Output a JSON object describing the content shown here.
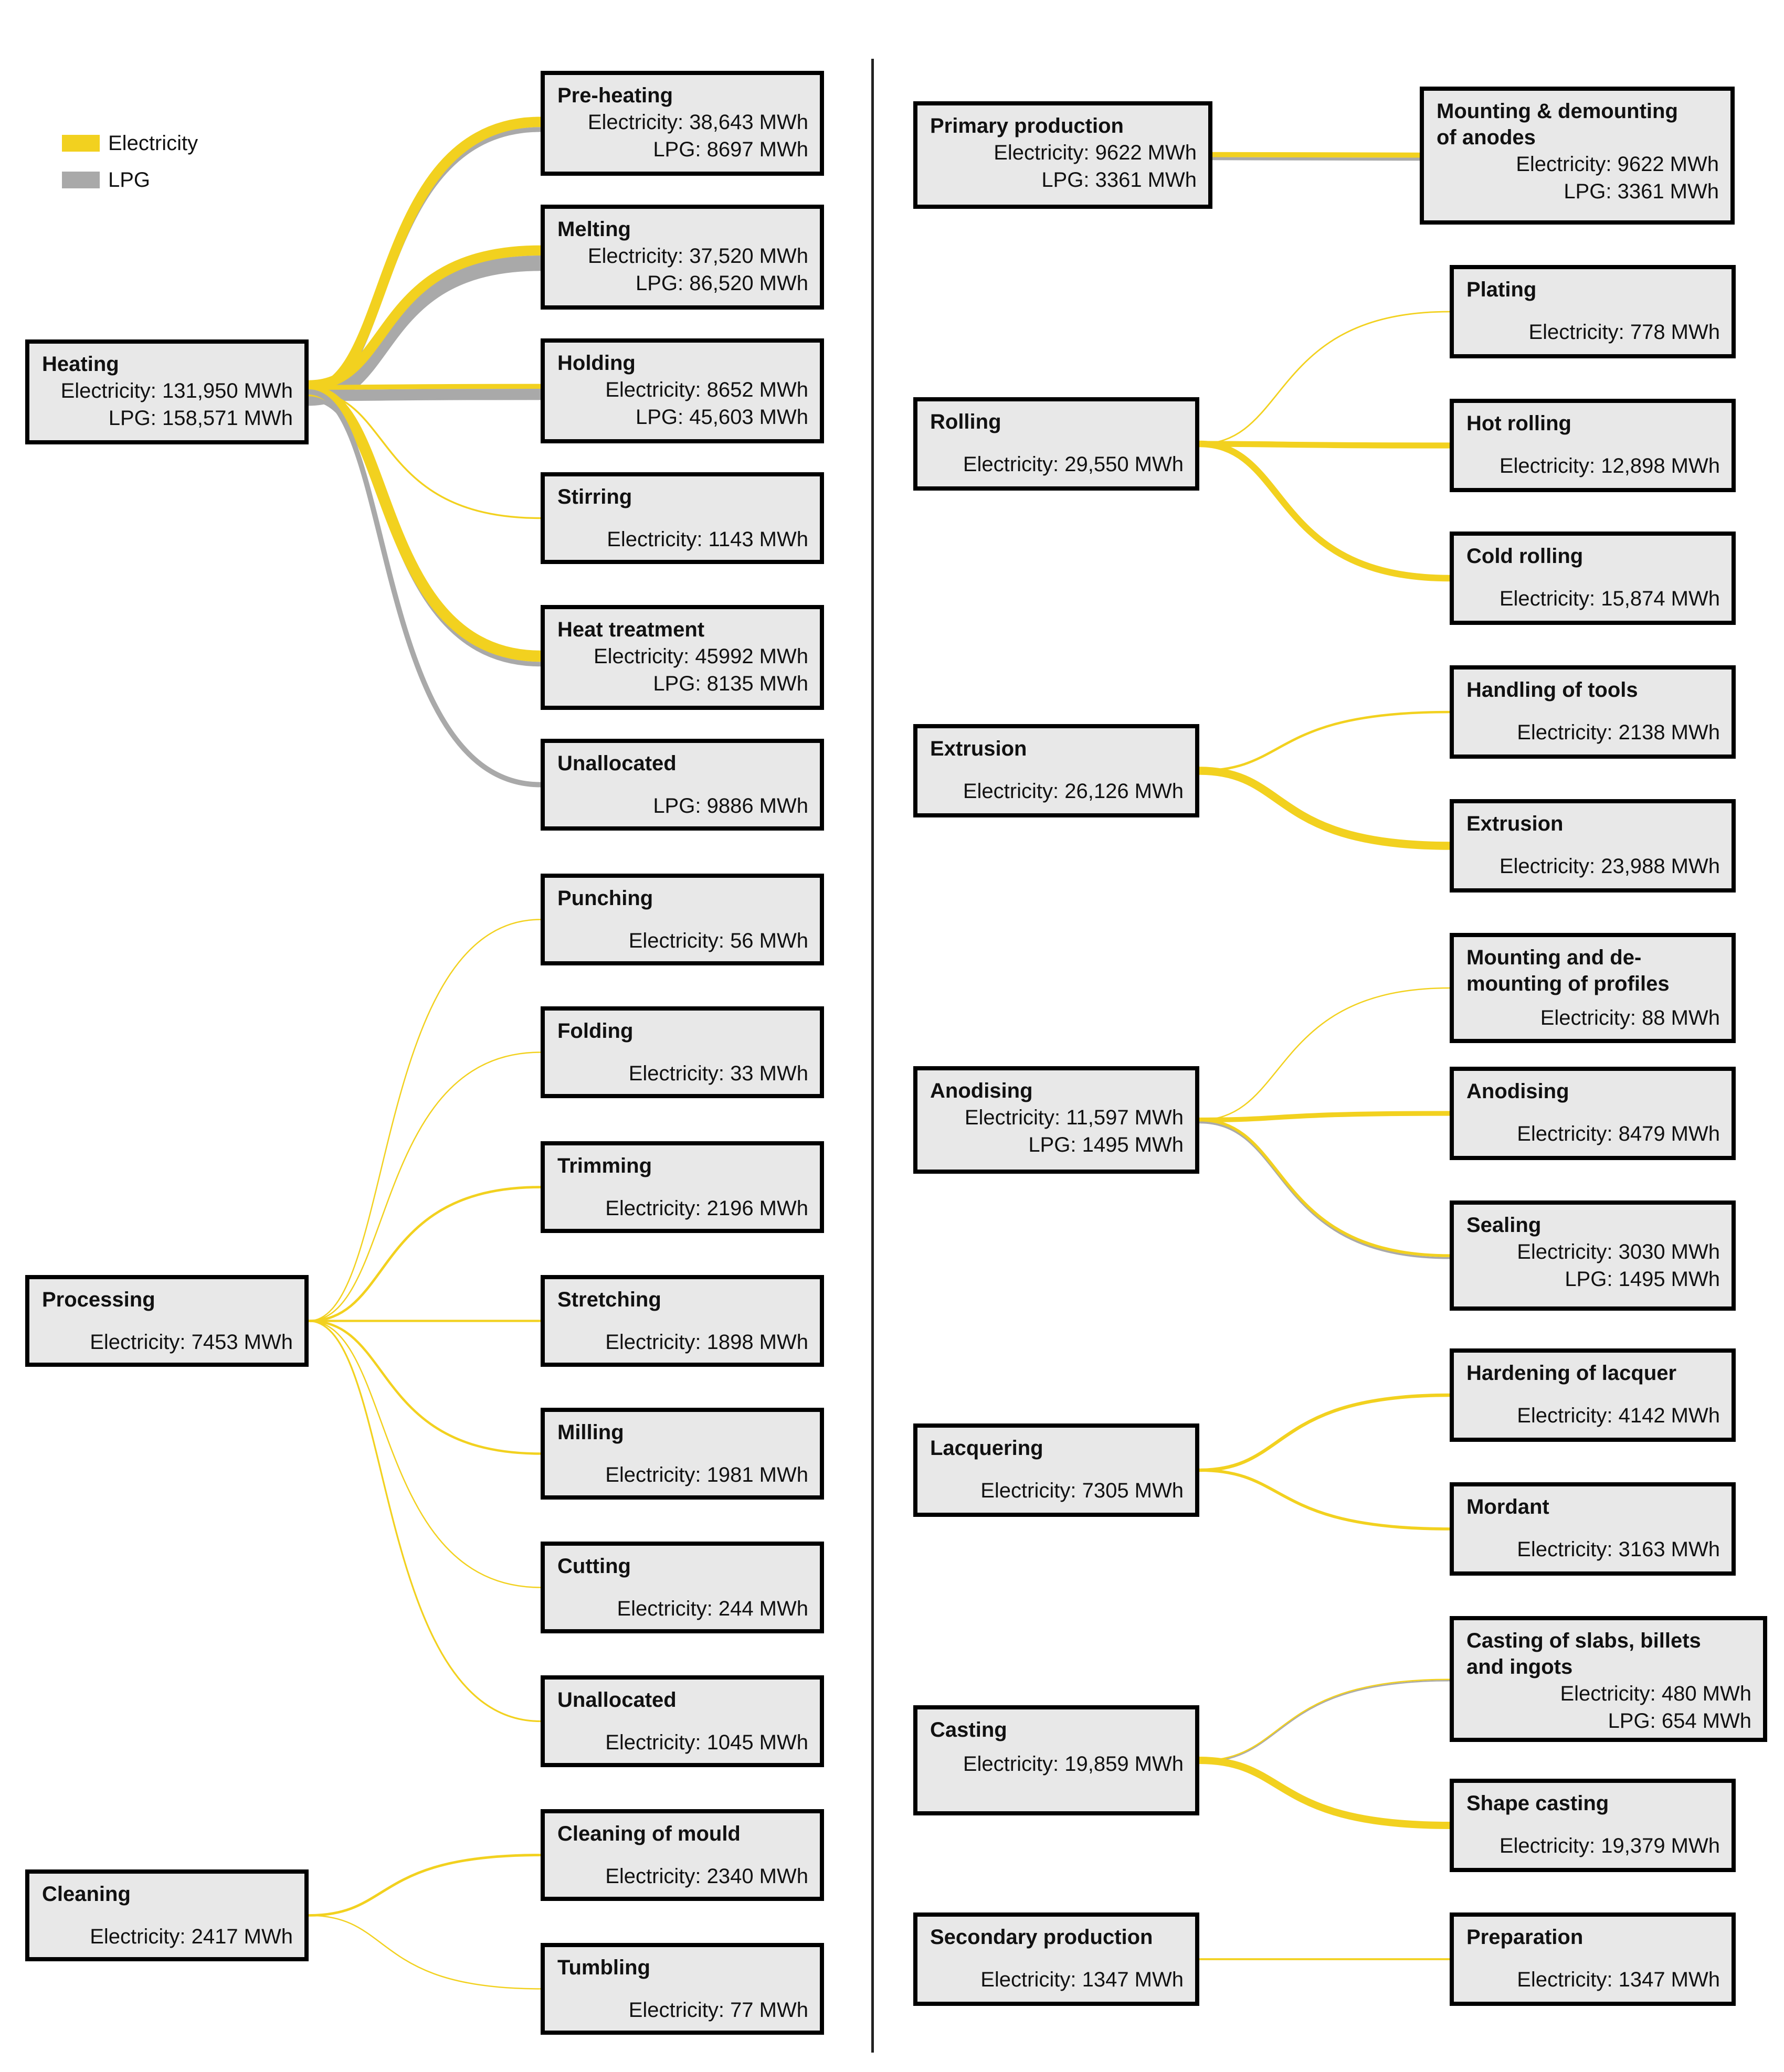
{
  "legend": [
    {
      "label": "Electricity",
      "color": "#f2d11f"
    },
    {
      "label": "LPG",
      "color": "#a9a9a9"
    }
  ],
  "colors": {
    "electricity": "#f2d11f",
    "lpg": "#a9a9a9",
    "box_fill": "#e8e8e8",
    "border": "#000000"
  },
  "nodes": [
    {
      "id": "heating",
      "title": "Heating",
      "lines": [
        "Electricity: 131,950 MWh",
        "LPG: 158,571 MWh"
      ]
    },
    {
      "id": "preheating",
      "title": "Pre-heating",
      "lines": [
        "Electricity: 38,643 MWh",
        "LPG: 8697 MWh"
      ]
    },
    {
      "id": "melting",
      "title": "Melting",
      "lines": [
        "Electricity: 37,520 MWh",
        "LPG: 86,520 MWh"
      ]
    },
    {
      "id": "holding",
      "title": "Holding",
      "lines": [
        "Electricity: 8652 MWh",
        "LPG: 45,603 MWh"
      ]
    },
    {
      "id": "stirring",
      "title": "Stirring",
      "lines": [
        "Electricity: 1143 MWh"
      ]
    },
    {
      "id": "heattreat",
      "title": "Heat treatment",
      "lines": [
        "Electricity: 45992 MWh",
        "LPG: 8135 MWh"
      ]
    },
    {
      "id": "unalloc_h",
      "title": "Unallocated",
      "lines": [
        "LPG: 9886 MWh"
      ]
    },
    {
      "id": "processing",
      "title": "Processing",
      "lines": [
        "Electricity: 7453 MWh"
      ]
    },
    {
      "id": "punching",
      "title": "Punching",
      "lines": [
        "Electricity: 56 MWh"
      ]
    },
    {
      "id": "folding",
      "title": "Folding",
      "lines": [
        "Electricity: 33 MWh"
      ]
    },
    {
      "id": "trimming",
      "title": "Trimming",
      "lines": [
        "Electricity: 2196 MWh"
      ]
    },
    {
      "id": "stretching",
      "title": "Stretching",
      "lines": [
        "Electricity: 1898 MWh"
      ]
    },
    {
      "id": "milling",
      "title": "Milling",
      "lines": [
        "Electricity: 1981 MWh"
      ]
    },
    {
      "id": "cutting",
      "title": "Cutting",
      "lines": [
        "Electricity: 244 MWh"
      ]
    },
    {
      "id": "unalloc_p",
      "title": "Unallocated",
      "lines": [
        "Electricity: 1045 MWh"
      ]
    },
    {
      "id": "cleaning",
      "title": "Cleaning",
      "lines": [
        "Electricity: 2417 MWh"
      ]
    },
    {
      "id": "cleanmould",
      "title": "Cleaning of mould",
      "lines": [
        "Electricity: 2340 MWh"
      ]
    },
    {
      "id": "tumbling",
      "title": "Tumbling",
      "lines": [
        "Electricity: 77 MWh"
      ]
    },
    {
      "id": "primary",
      "title": "Primary production",
      "lines": [
        "Electricity: 9622 MWh",
        "LPG: 3361 MWh"
      ]
    },
    {
      "id": "anodes",
      "title": "Mounting & demounting\nof anodes",
      "lines": [
        "Electricity: 9622 MWh",
        "LPG: 3361 MWh"
      ]
    },
    {
      "id": "rolling",
      "title": "Rolling",
      "lines": [
        "Electricity: 29,550 MWh"
      ]
    },
    {
      "id": "plating",
      "title": "Plating",
      "lines": [
        "Electricity: 778 MWh"
      ]
    },
    {
      "id": "hotrolling",
      "title": "Hot rolling",
      "lines": [
        "Electricity: 12,898 MWh"
      ]
    },
    {
      "id": "coldrolling",
      "title": "Cold rolling",
      "lines": [
        "Electricity: 15,874 MWh"
      ]
    },
    {
      "id": "extrusion_p",
      "title": "Extrusion",
      "lines": [
        "Electricity: 26,126 MWh"
      ]
    },
    {
      "id": "tools",
      "title": "Handling of tools",
      "lines": [
        "Electricity: 2138 MWh"
      ]
    },
    {
      "id": "extrusion_c",
      "title": "Extrusion",
      "lines": [
        "Electricity: 23,988 MWh"
      ]
    },
    {
      "id": "anodising_p",
      "title": "Anodising",
      "lines": [
        "Electricity: 11,597 MWh",
        "LPG: 1495 MWh"
      ]
    },
    {
      "id": "profiles",
      "title": "Mounting and de-\nmounting of profiles",
      "lines": [
        "Electricity: 88 MWh"
      ]
    },
    {
      "id": "anodising_c",
      "title": "Anodising",
      "lines": [
        "Electricity: 8479 MWh"
      ]
    },
    {
      "id": "sealing",
      "title": "Sealing",
      "lines": [
        "Electricity: 3030 MWh",
        "LPG: 1495 MWh"
      ]
    },
    {
      "id": "lacquering",
      "title": "Lacquering",
      "lines": [
        "Electricity: 7305 MWh"
      ]
    },
    {
      "id": "hardening",
      "title": "Hardening of lacquer",
      "lines": [
        "Electricity: 4142 MWh"
      ]
    },
    {
      "id": "mordant",
      "title": "Mordant",
      "lines": [
        "Electricity: 3163 MWh"
      ]
    },
    {
      "id": "casting",
      "title": "Casting",
      "lines": [
        "Electricity: 19,859 MWh"
      ]
    },
    {
      "id": "slabs",
      "title": "Casting of slabs, billets\nand ingots",
      "lines": [
        "Electricity: 480 MWh",
        "LPG: 654 MWh"
      ]
    },
    {
      "id": "shape",
      "title": "Shape casting",
      "lines": [
        "Electricity: 19,379 MWh"
      ]
    },
    {
      "id": "secondary",
      "title": "Secondary production",
      "lines": [
        "Electricity: 1347 MWh"
      ]
    },
    {
      "id": "preparation",
      "title": "Preparation",
      "lines": [
        "Electricity: 1347 MWh"
      ]
    }
  ],
  "flows": [
    {
      "from": "heating",
      "to": "preheating",
      "electricity": 38643,
      "lpg": 8697
    },
    {
      "from": "heating",
      "to": "melting",
      "electricity": 37520,
      "lpg": 86520
    },
    {
      "from": "heating",
      "to": "holding",
      "electricity": 8652,
      "lpg": 45603
    },
    {
      "from": "heating",
      "to": "stirring",
      "electricity": 1143,
      "lpg": 0
    },
    {
      "from": "heating",
      "to": "heattreat",
      "electricity": 45992,
      "lpg": 8135
    },
    {
      "from": "heating",
      "to": "unalloc_h",
      "electricity": 0,
      "lpg": 9886
    },
    {
      "from": "processing",
      "to": "punching",
      "electricity": 56,
      "lpg": 0
    },
    {
      "from": "processing",
      "to": "folding",
      "electricity": 33,
      "lpg": 0
    },
    {
      "from": "processing",
      "to": "trimming",
      "electricity": 2196,
      "lpg": 0
    },
    {
      "from": "processing",
      "to": "stretching",
      "electricity": 1898,
      "lpg": 0
    },
    {
      "from": "processing",
      "to": "milling",
      "electricity": 1981,
      "lpg": 0
    },
    {
      "from": "processing",
      "to": "cutting",
      "electricity": 244,
      "lpg": 0
    },
    {
      "from": "processing",
      "to": "unalloc_p",
      "electricity": 1045,
      "lpg": 0
    },
    {
      "from": "cleaning",
      "to": "cleanmould",
      "electricity": 2340,
      "lpg": 0
    },
    {
      "from": "cleaning",
      "to": "tumbling",
      "electricity": 77,
      "lpg": 0
    },
    {
      "from": "primary",
      "to": "anodes",
      "electricity": 9622,
      "lpg": 3361
    },
    {
      "from": "rolling",
      "to": "plating",
      "electricity": 778,
      "lpg": 0
    },
    {
      "from": "rolling",
      "to": "hotrolling",
      "electricity": 12898,
      "lpg": 0
    },
    {
      "from": "rolling",
      "to": "coldrolling",
      "electricity": 15874,
      "lpg": 0
    },
    {
      "from": "extrusion_p",
      "to": "tools",
      "electricity": 2138,
      "lpg": 0
    },
    {
      "from": "extrusion_p",
      "to": "extrusion_c",
      "electricity": 23988,
      "lpg": 0
    },
    {
      "from": "anodising_p",
      "to": "profiles",
      "electricity": 88,
      "lpg": 0
    },
    {
      "from": "anodising_p",
      "to": "anodising_c",
      "electricity": 8479,
      "lpg": 0
    },
    {
      "from": "anodising_p",
      "to": "sealing",
      "electricity": 3030,
      "lpg": 1495
    },
    {
      "from": "lacquering",
      "to": "hardening",
      "electricity": 4142,
      "lpg": 0
    },
    {
      "from": "lacquering",
      "to": "mordant",
      "electricity": 3163,
      "lpg": 0
    },
    {
      "from": "casting",
      "to": "slabs",
      "electricity": 480,
      "lpg": 654
    },
    {
      "from": "casting",
      "to": "shape",
      "electricity": 19379,
      "lpg": 0
    },
    {
      "from": "secondary",
      "to": "preparation",
      "electricity": 1347,
      "lpg": 0
    }
  ]
}
